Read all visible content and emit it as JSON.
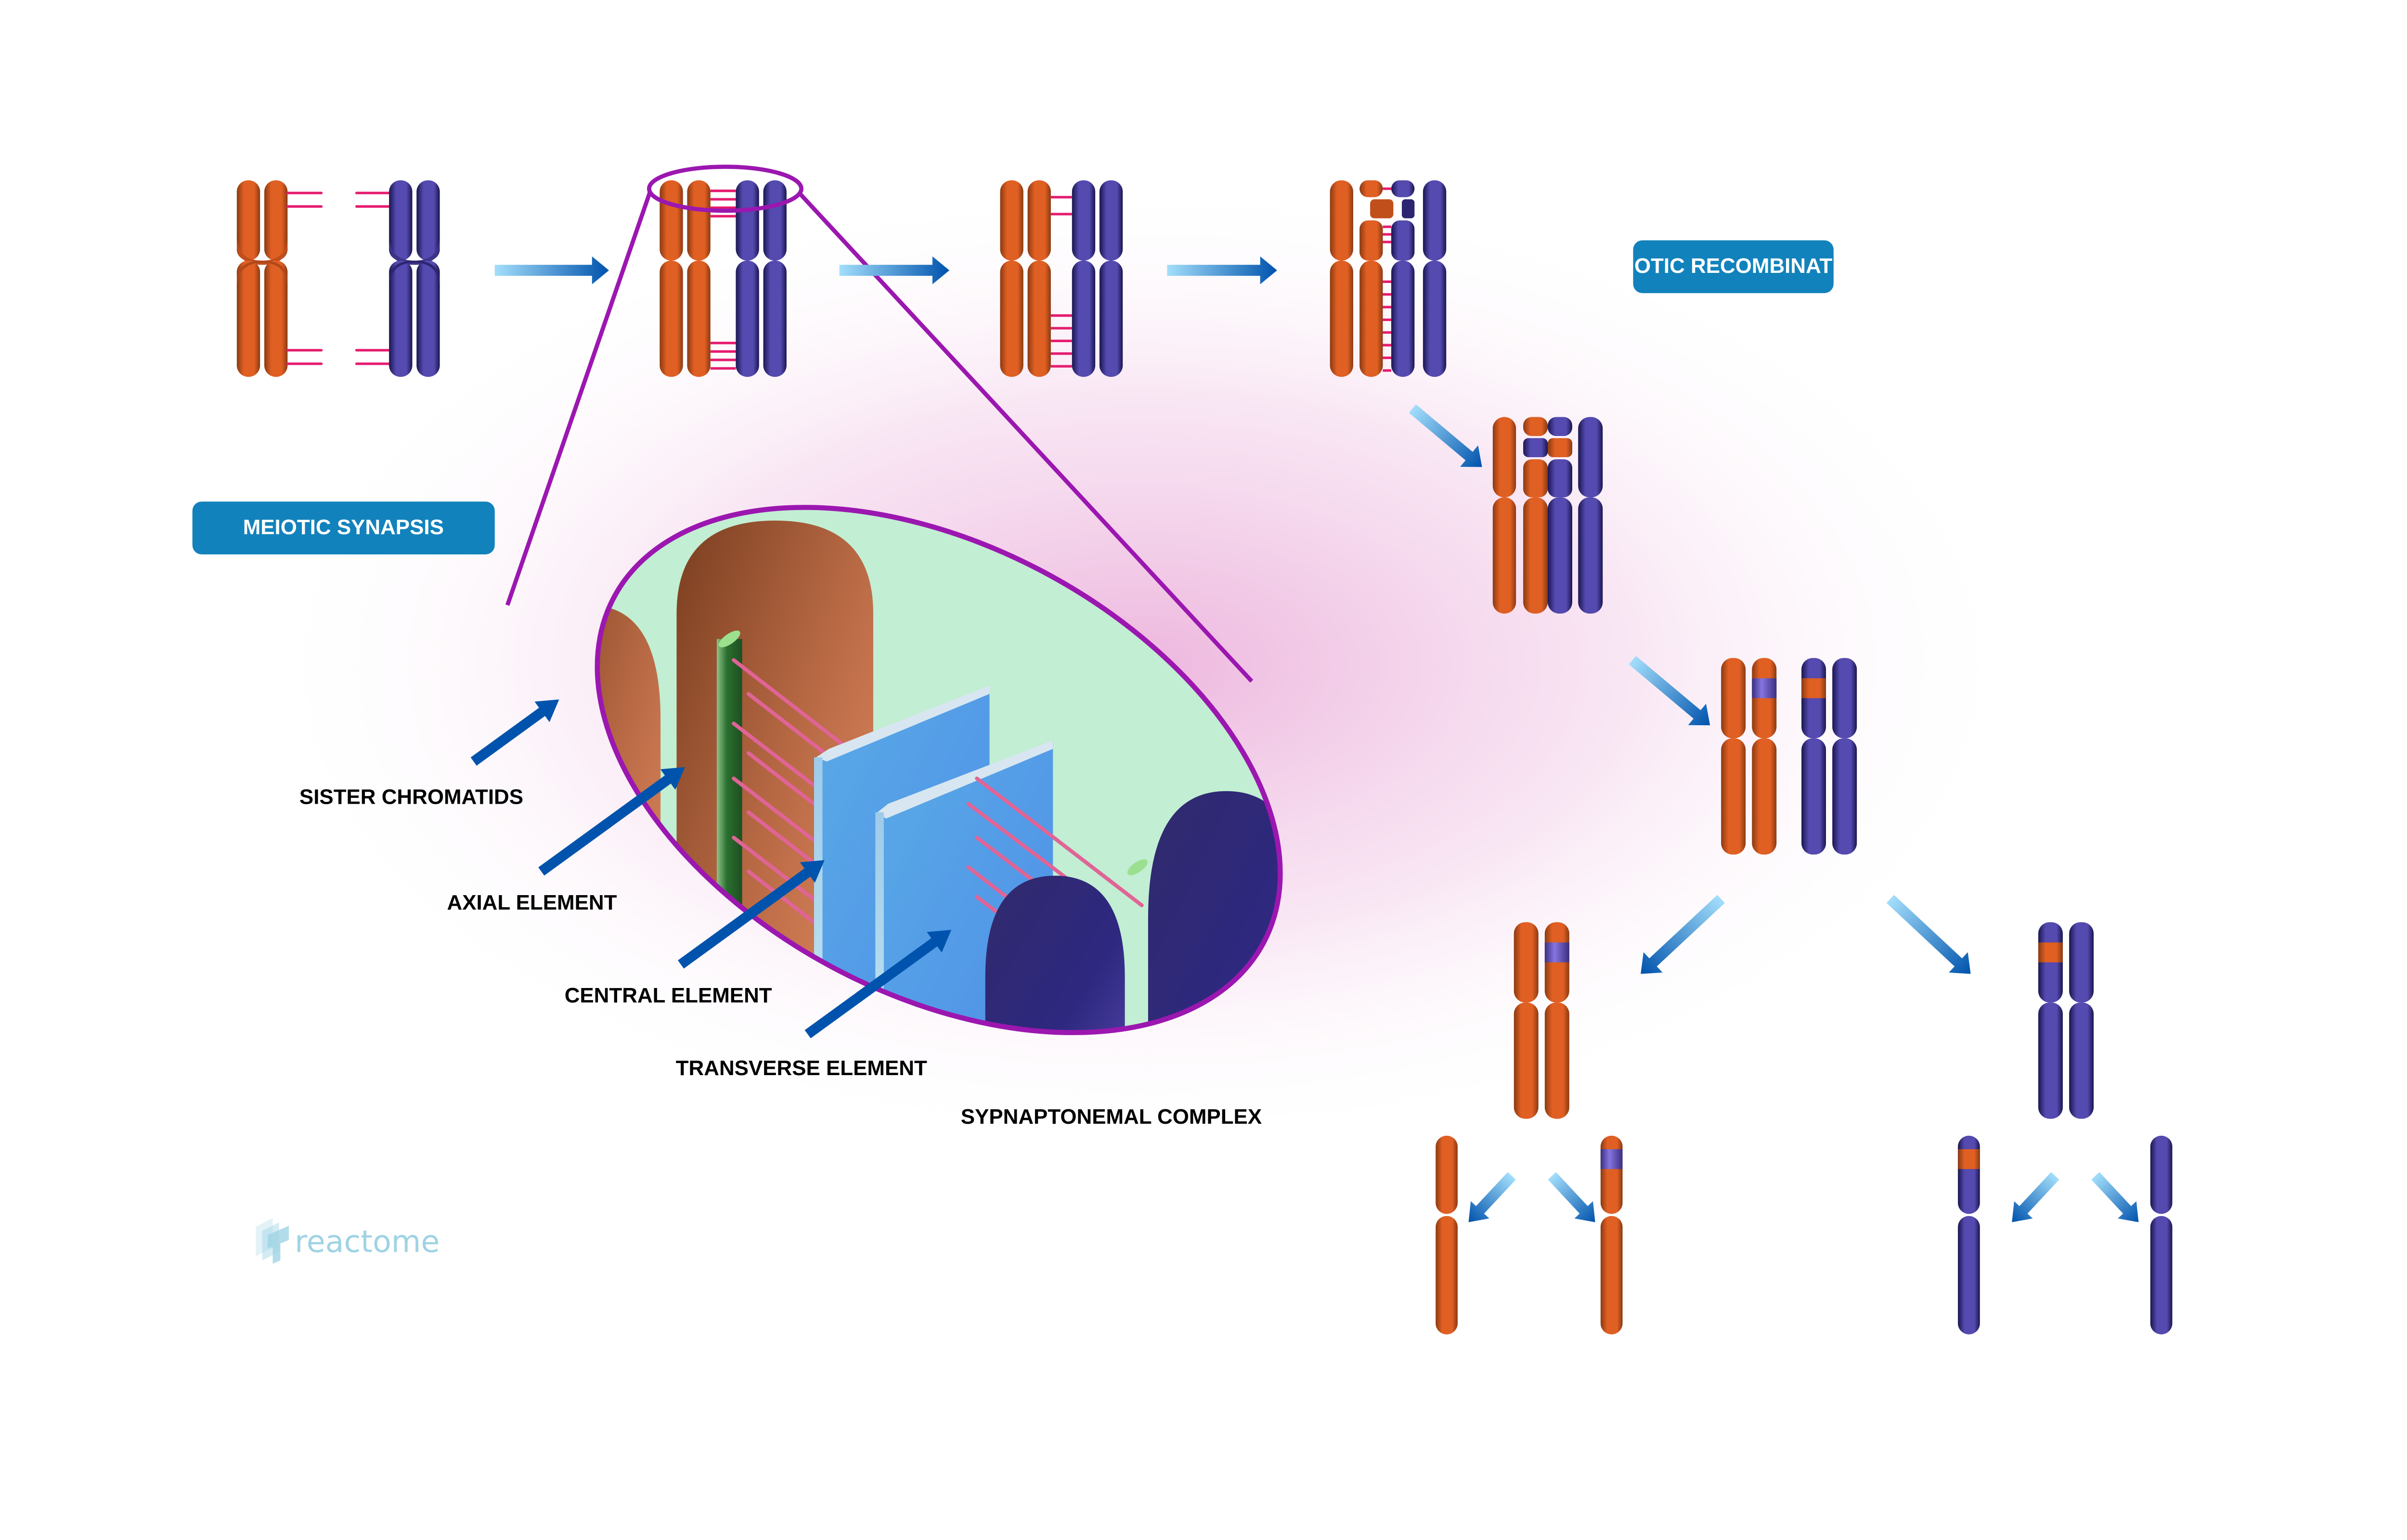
{
  "title_badges": {
    "synapsis": "MEIOTIC SYNAPSIS",
    "recombination": "MEIOTIC RECOMBINATION"
  },
  "callout_labels": {
    "sister_chromatids": "SISTER CHROMATIDS",
    "axial_element": "AXIAL ELEMENT",
    "central_element": "CENTRAL ELEMENT",
    "transverse_element": "TRANSVERSE ELEMENT",
    "synaptonemal_complex": "SYPNAPTONEMAL COMPLEX"
  },
  "logo": {
    "text": "reactome",
    "icon": "reactome-logo-icon"
  },
  "colors": {
    "badge": "#1282bc",
    "maternal": "#e05f23",
    "paternal": "#544aaf",
    "crossover_band_light": "#8675e0",
    "synapsis_bars": "#e51c6f",
    "zoom_outline": "#9b17b0",
    "zoom_fill": "#c2eed3",
    "arrow_dark": "#0053ad",
    "arrow_light": "#a3defb",
    "axial_green": "#2a6e2e"
  },
  "stages": [
    "homologs-separate",
    "pairing",
    "synapsis",
    "crossover-start",
    "crossover-exchange",
    "recombinant-homologs",
    "meiosis-I-products",
    "meiosis-II-products"
  ]
}
